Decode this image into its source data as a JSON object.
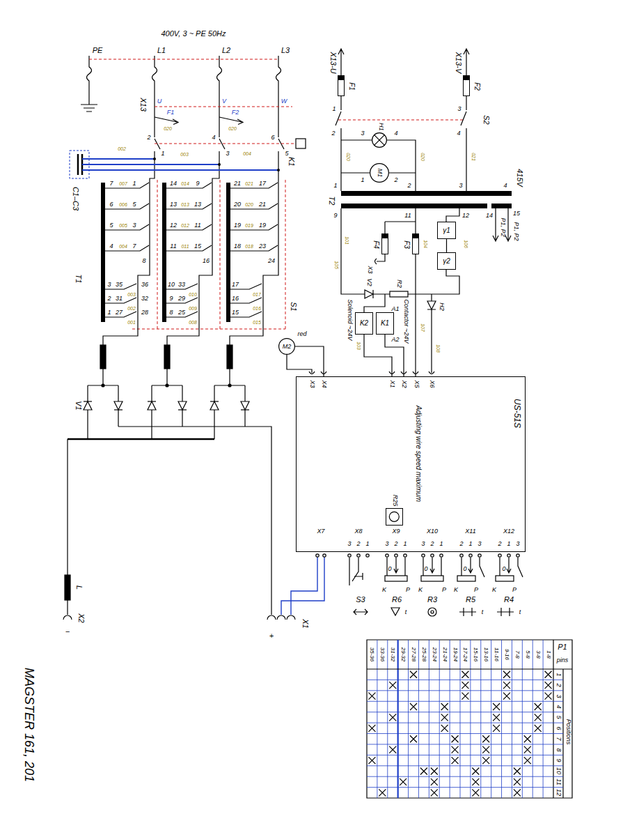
{
  "diagram": {
    "title": "MAGSTER 161, 201",
    "nodes": [
      {
        "text": [
          "US-51S",
          "Adjusting wire speed maximum"
        ]
      },
      {
        "text": [
          "R25"
        ],
        "in": 0
      },
      {
        "text": [
          "K1",
          "Contactor ~24V"
        ]
      },
      {
        "text": [
          "K2",
          "Solenoid ~24V"
        ]
      },
      {
        "text": [
          "M2",
          "red"
        ]
      },
      {
        "text": [
          "M1"
        ]
      },
      {
        "text": [
          "H1"
        ]
      },
      {
        "text": [
          "γ1"
        ]
      },
      {
        "text": [
          "γ2"
        ]
      },
      {
        "text": [
          "F1"
        ]
      },
      {
        "text": [
          "F2"
        ]
      },
      {
        "text": [
          "F3"
        ]
      },
      {
        "text": [
          "F4"
        ]
      }
    ],
    "edges": [
      {
        "from": 4,
        "to": 0,
        "arrow": "none"
      },
      {
        "from": 3,
        "to": 0,
        "arrow": "none"
      },
      {
        "from": 2,
        "to": 0,
        "arrow": "none"
      },
      {
        "from": 7,
        "to": 8,
        "arrow": "none"
      },
      {
        "from": 11,
        "to": 0,
        "arrow": "none"
      }
    ],
    "labels": [
      "400V, 3 ~ PE 50Hz",
      "PE",
      "L1",
      "L2",
      "L3",
      "X13",
      "U",
      "V",
      "W",
      "F1",
      "F2",
      "020",
      "020",
      "2",
      "1",
      "4",
      "3",
      "6",
      "5",
      "K1",
      "002",
      "003",
      "004",
      "C1–C3",
      "007",
      "006",
      "005",
      "004",
      "7",
      "6",
      "5",
      "4",
      "1",
      "5",
      "3",
      "7",
      "8",
      "014",
      "013",
      "012",
      "011",
      "14",
      "13",
      "12",
      "11",
      "9",
      "13",
      "11",
      "15",
      "16",
      "021",
      "020",
      "019",
      "018",
      "21",
      "20",
      "19",
      "18",
      "17",
      "21",
      "19",
      "23",
      "24",
      "3",
      "2",
      "1",
      "35",
      "31",
      "27",
      "36",
      "32",
      "28",
      "003",
      "002",
      "001",
      "10",
      "9",
      "8",
      "33",
      "29",
      "25",
      "010",
      "009",
      "008",
      "17",
      "16",
      "15",
      "017",
      "016",
      "015",
      "S1",
      "T1",
      "V1",
      "+",
      "X1",
      "−",
      "X2",
      "L",
      "X13-U",
      "X13-V",
      "1",
      "2",
      "3",
      "4",
      "S2",
      "3",
      "4",
      "1",
      "2",
      "020",
      "020",
      "021",
      "1",
      "2",
      "3",
      "4",
      "415V",
      "9",
      "11",
      "12",
      "14",
      "15",
      "T2",
      "P1, P2",
      "P1, P2",
      "X3",
      "V2",
      "R2",
      "H2",
      "A1",
      "A2",
      "101",
      "104",
      "106",
      "105",
      "103",
      "107",
      "108",
      "X3",
      "X4",
      "X1",
      "X2",
      "X5",
      "X6",
      "X7",
      "X8",
      "X9",
      "X10",
      "X11",
      "X12",
      "3",
      "2",
      "1",
      "3",
      "2",
      "1",
      "3",
      "2",
      "1",
      "2",
      "1",
      "3",
      "2",
      "1",
      "3",
      "S3",
      "R6",
      "R3",
      "R5",
      "R4",
      "0",
      "K",
      "P",
      "0",
      "K",
      "P",
      "0",
      "K",
      "P",
      "0",
      "K",
      "P",
      "t",
      "t",
      "t",
      "P1",
      "pins",
      "Positions",
      "1-8",
      "3-8",
      "5-8",
      "7-8",
      "9-16",
      "11-16",
      "13-16",
      "15-16",
      "17-24",
      "19-24",
      "21-24",
      "23-24",
      "25-28",
      "27-28",
      "29-32",
      "31-32",
      "33-36",
      "35-36",
      "1",
      "2",
      "3",
      "4",
      "5",
      "6",
      "7",
      "8",
      "9",
      "10",
      "11",
      "12"
    ]
  }
}
